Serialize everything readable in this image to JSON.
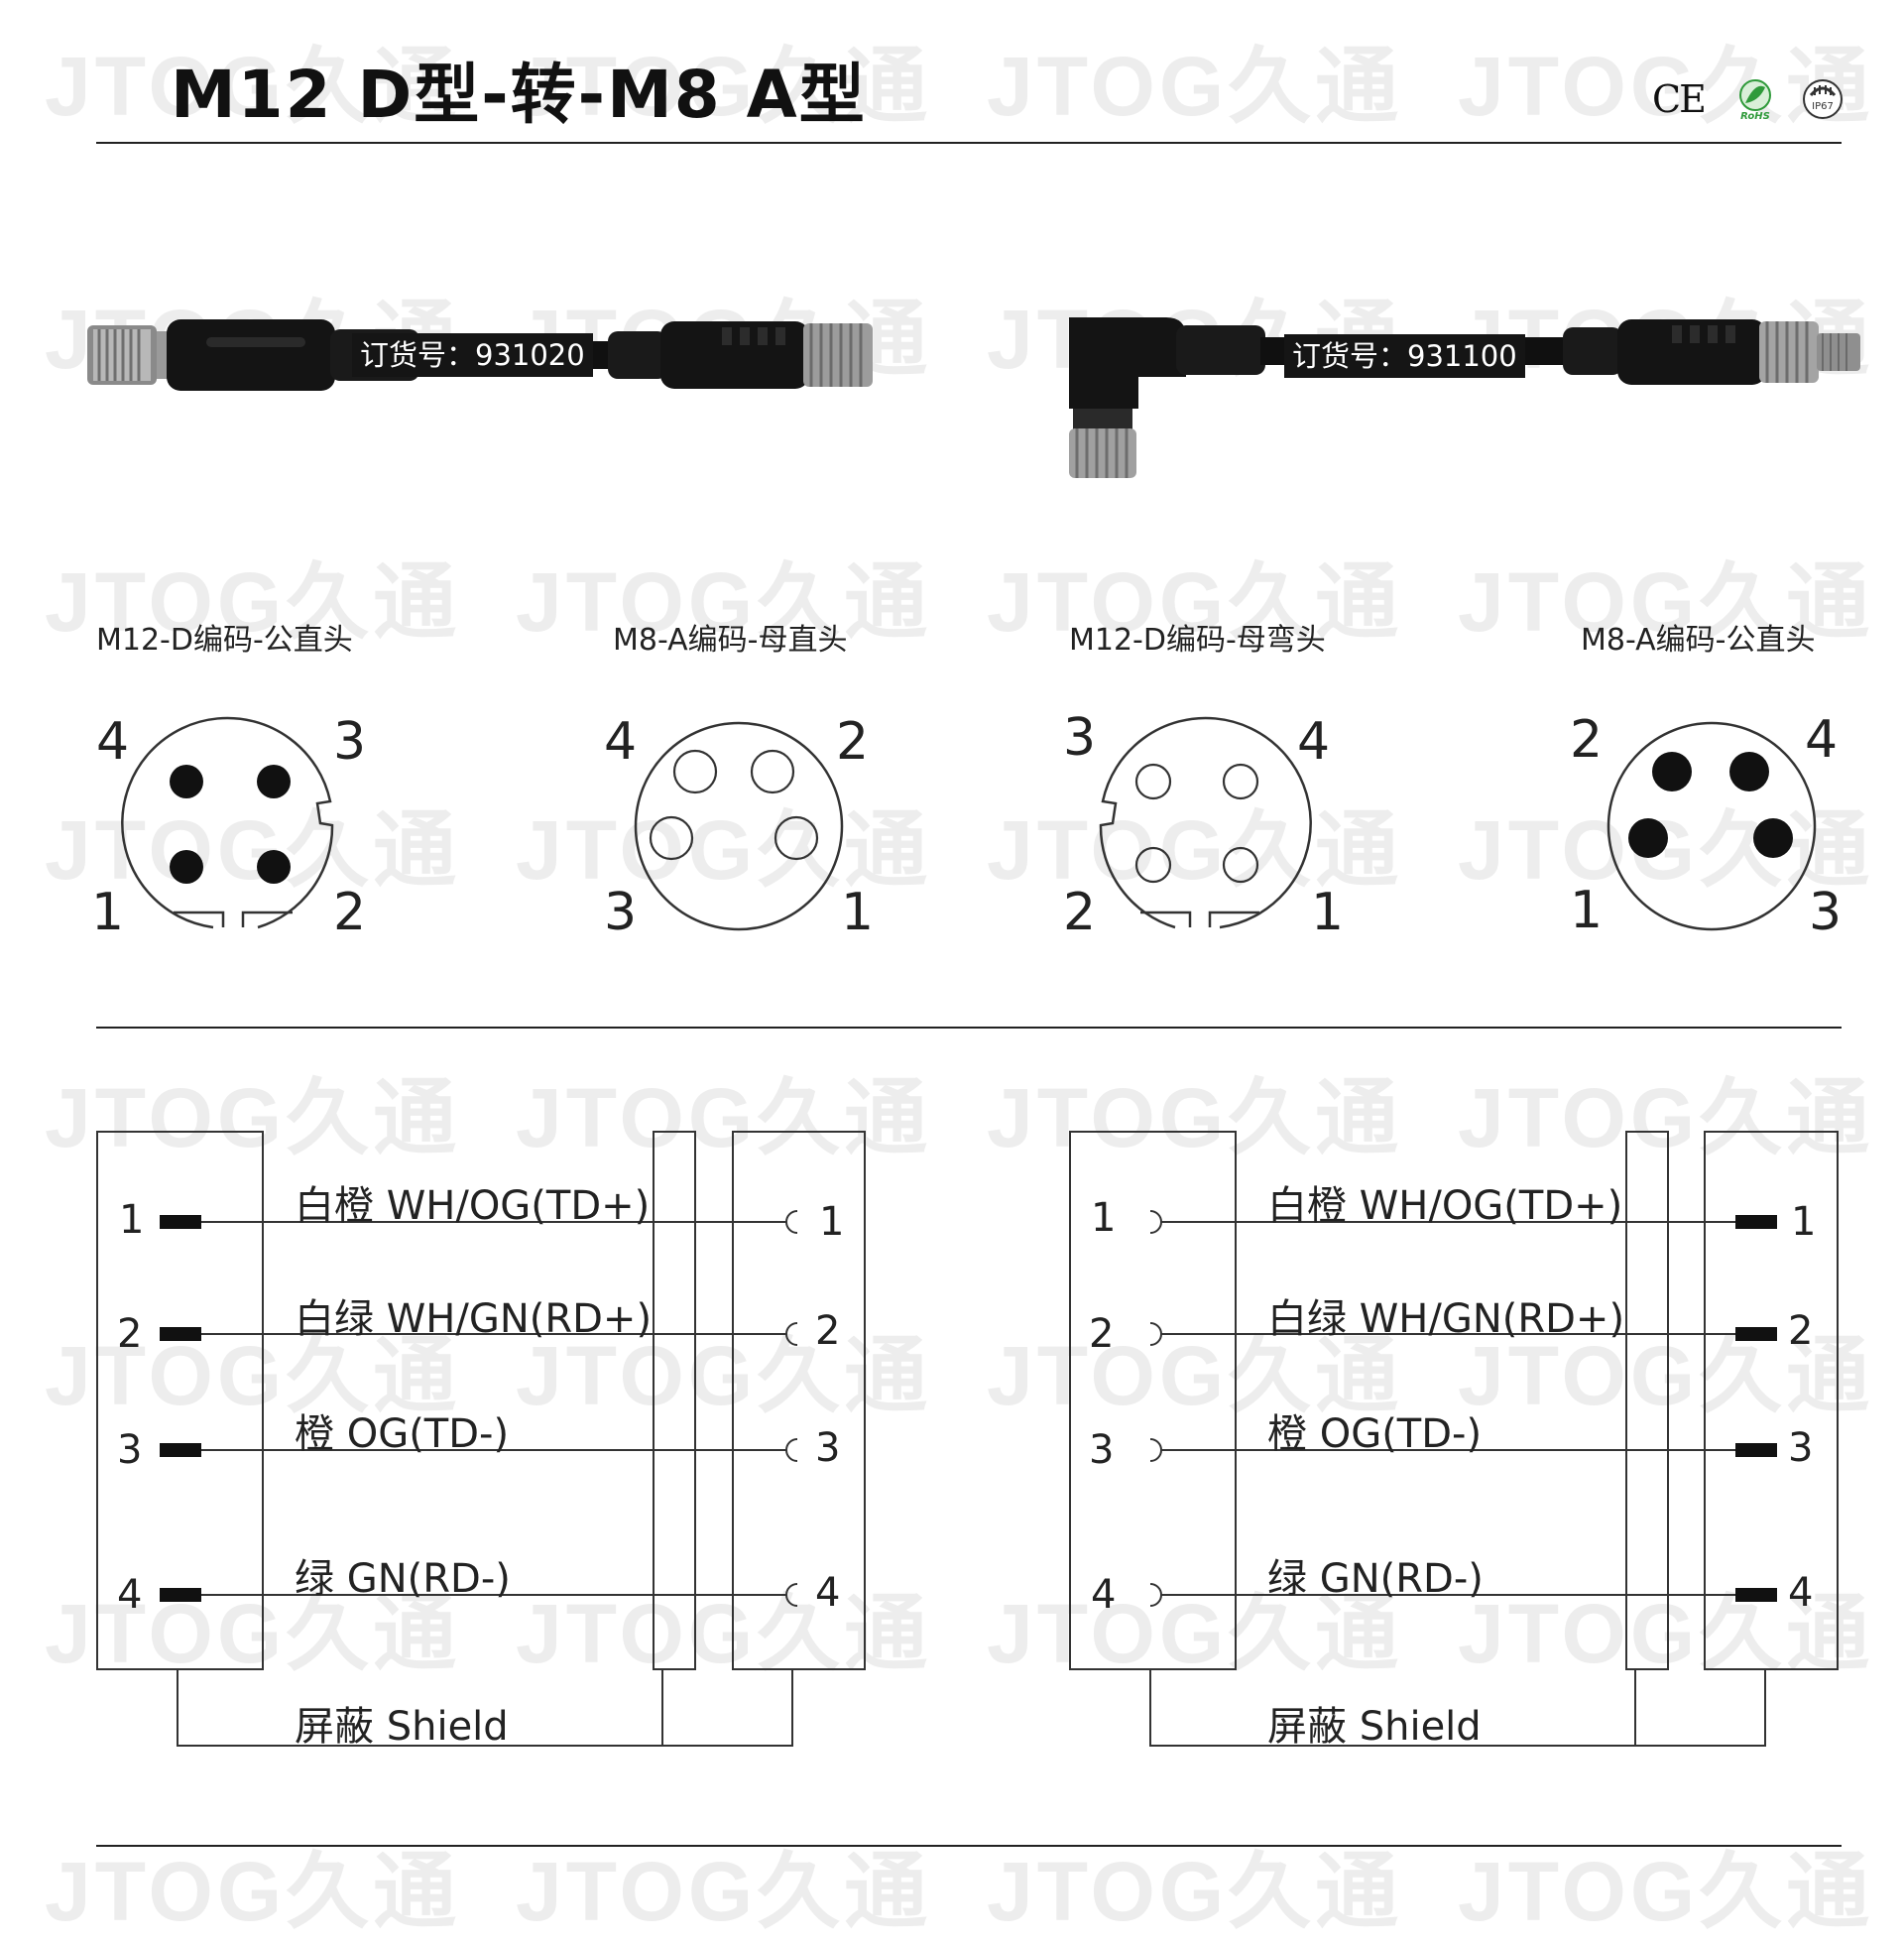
{
  "title": "M12 D型-转-M8 A型",
  "certifications": {
    "ce": "CE",
    "rohs": "RoHS",
    "ip": "IP67",
    "rohs_color": "#2f9a3a"
  },
  "watermark": "JTOG久通",
  "products": [
    {
      "order_label": "订货号：931020"
    },
    {
      "order_label": "订货号：931100"
    }
  ],
  "connectors": [
    {
      "label": "M12-D编码-公直头",
      "pins": [
        "4",
        "3",
        "1",
        "2"
      ]
    },
    {
      "label": "M8-A编码-母直头",
      "pins": [
        "4",
        "2",
        "3",
        "1"
      ]
    },
    {
      "label": "M12-D编码-母弯头",
      "pins": [
        "3",
        "4",
        "2",
        "1"
      ]
    },
    {
      "label": "M8-A编码-公直头",
      "pins": [
        "2",
        "4",
        "1",
        "3"
      ]
    }
  ],
  "wiring": [
    {
      "left_pins": [
        "1",
        "2",
        "3",
        "4"
      ],
      "right_pins": [
        "1",
        "2",
        "3",
        "4"
      ],
      "wires": [
        "白橙 WH/OG(TD+)",
        "白绿 WH/GN(RD+)",
        "橙 OG(TD-)",
        "绿 GN(RD-)"
      ],
      "shield": "屏蔽 Shield"
    },
    {
      "left_pins": [
        "1",
        "2",
        "3",
        "4"
      ],
      "right_pins": [
        "1",
        "2",
        "3",
        "4"
      ],
      "wires": [
        "白橙 WH/OG(TD+)",
        "白绿 WH/GN(RD+)",
        "橙 OG(TD-)",
        "绿 GN(RD-)"
      ],
      "shield": "屏蔽 Shield"
    }
  ]
}
